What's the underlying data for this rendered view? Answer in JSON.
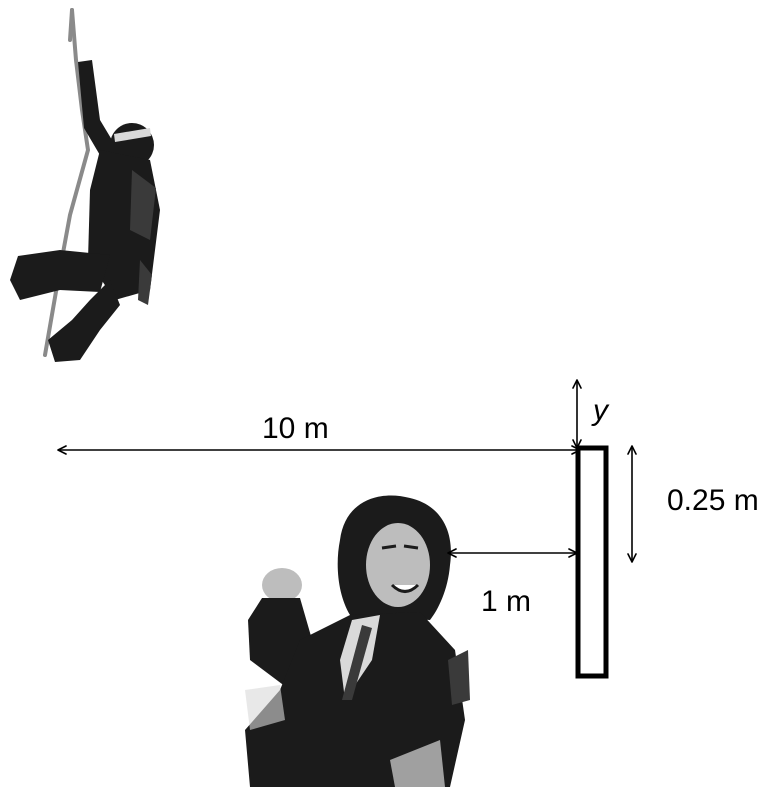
{
  "labels": {
    "horizontal_distance": "10 m",
    "vertical_offset": "y",
    "target_height": "0.25 m",
    "target_distance": "1 m"
  },
  "colors": {
    "background": "#ffffff",
    "ink": "#000000"
  },
  "figures": {
    "climber": "ninja-on-rope-photo",
    "person": "man-in-suit-photo"
  }
}
